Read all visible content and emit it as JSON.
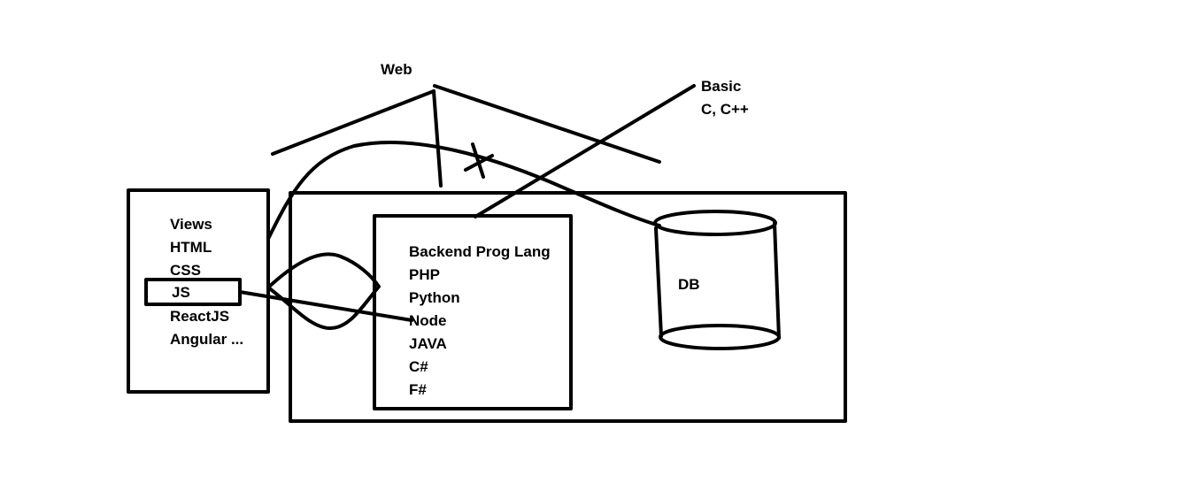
{
  "colors": {
    "ink": "#000000",
    "paper": "#ffffff"
  },
  "labels": {
    "web": "Web",
    "basic_line1": "Basic",
    "basic_line2": "C, C++",
    "db": "DB"
  },
  "frontend": {
    "items": [
      "Views",
      "HTML",
      "CSS",
      "JS",
      "ReactJS",
      "Angular ..."
    ],
    "highlighted": "JS"
  },
  "backend": {
    "items": [
      "Backend Prog Lang",
      "PHP",
      "Python",
      "Node",
      "JAVA",
      "C#",
      "F#"
    ]
  },
  "marks": {
    "crossed_connection": "X"
  }
}
